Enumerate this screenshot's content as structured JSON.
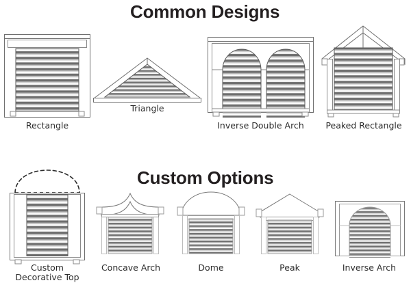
{
  "page": {
    "background": "#ffffff",
    "ink": "#4a4a4a",
    "title_color": "#231f20",
    "caption_color": "#2b2b2b"
  },
  "sections": [
    {
      "id": "common",
      "title": "Common Designs",
      "items": [
        {
          "key": "rectangle",
          "label": "Rectangle"
        },
        {
          "key": "triangle",
          "label": "Triangle"
        },
        {
          "key": "inverse-double-arch",
          "label": "Inverse Double Arch"
        },
        {
          "key": "peaked-rectangle",
          "label": "Peaked Rectangle"
        }
      ]
    },
    {
      "id": "custom",
      "title": "Custom Options",
      "items": [
        {
          "key": "custom-decorative-top",
          "label": "Custom\nDecorative Top"
        },
        {
          "key": "concave-arch",
          "label": "Concave Arch"
        },
        {
          "key": "dome",
          "label": "Dome"
        },
        {
          "key": "peak",
          "label": "Peak"
        },
        {
          "key": "inverse-arch",
          "label": "Inverse Arch"
        }
      ]
    }
  ],
  "colors": {
    "outline": "#595959",
    "louver_dark": "#6b6b6b",
    "louver_mid": "#9a9a9a",
    "louver_light": "#e8e8e8",
    "frame_fill": "#ffffff"
  }
}
